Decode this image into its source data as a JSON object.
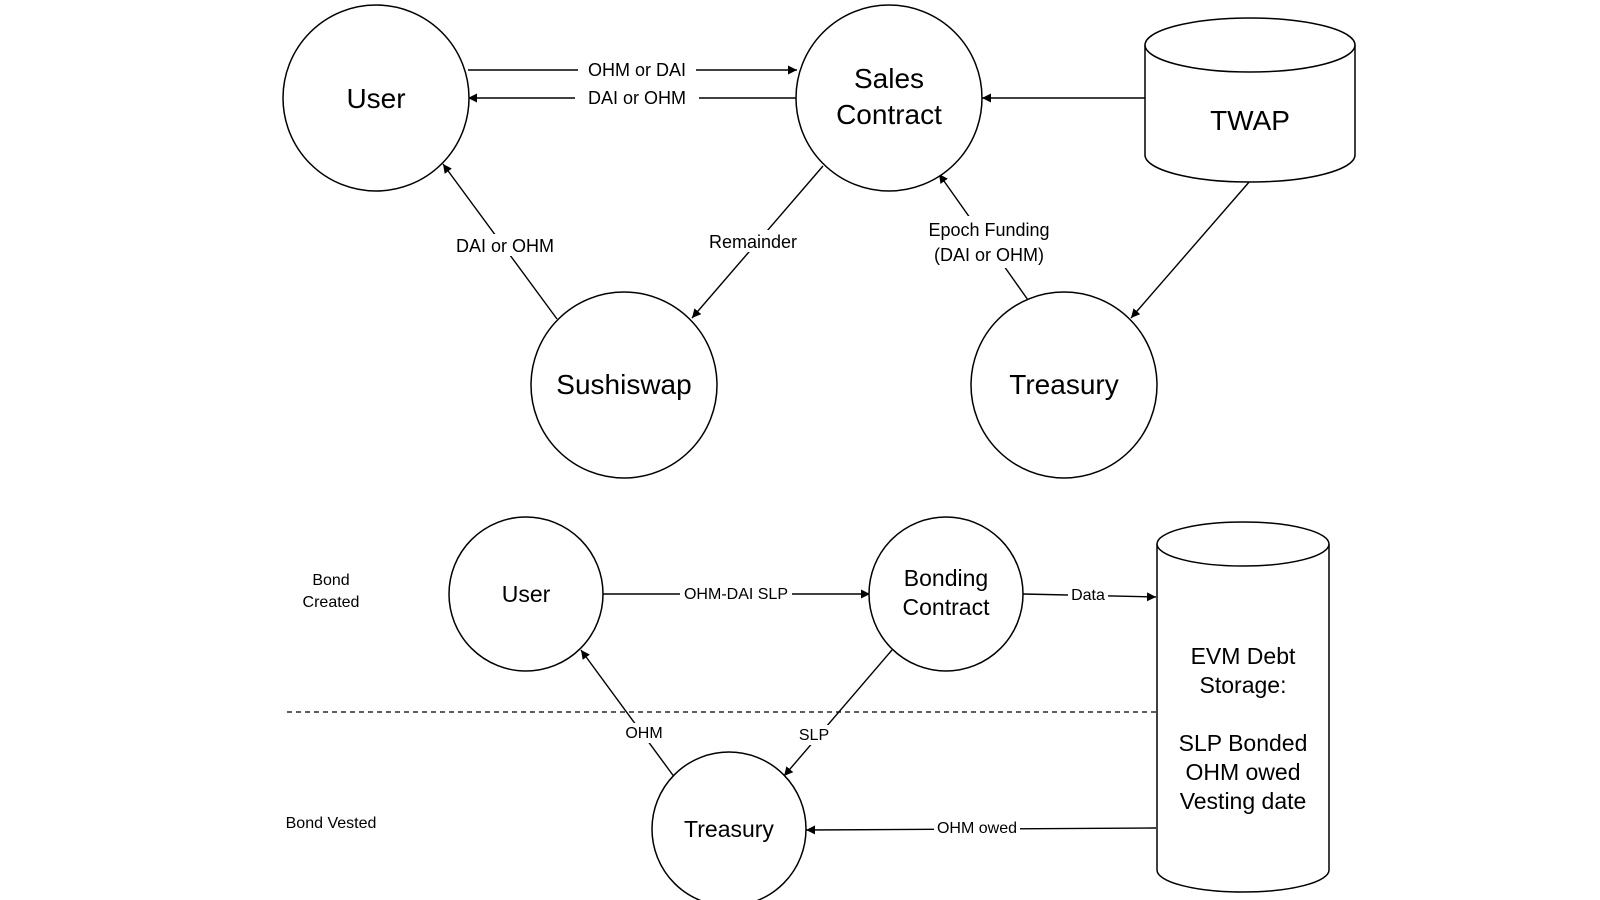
{
  "nodes": {
    "top_user": "User",
    "sales_contract_line1": "Sales",
    "sales_contract_line2": "Contract",
    "twap": "TWAP",
    "sushiswap": "Sushiswap",
    "top_treasury": "Treasury",
    "bottom_user": "User",
    "bonding_contract_line1": "Bonding",
    "bonding_contract_line2": "Contract",
    "bottom_treasury": "Treasury",
    "evm_storage_line1": "EVM Debt",
    "evm_storage_line2": "Storage:",
    "evm_storage_line3": "SLP Bonded",
    "evm_storage_line4": "OHM owed",
    "evm_storage_line5": "Vesting date"
  },
  "edges": {
    "user_to_sales": "OHM or DAI",
    "sales_to_user": "DAI or OHM",
    "sushiswap_to_user": "DAI or OHM",
    "sales_to_sushiswap": "Remainder",
    "treasury_to_sales_line1": "Epoch Funding",
    "treasury_to_sales_line2": "(DAI or OHM)",
    "user_to_bonding": "OHM-DAI SLP",
    "bonding_to_storage": "Data",
    "bonding_to_treasury": "SLP",
    "treasury_to_user": "OHM",
    "storage_to_treasury": "OHM owed"
  },
  "phases": {
    "created_line1": "Bond",
    "created_line2": "Created",
    "vested": "Bond Vested"
  }
}
